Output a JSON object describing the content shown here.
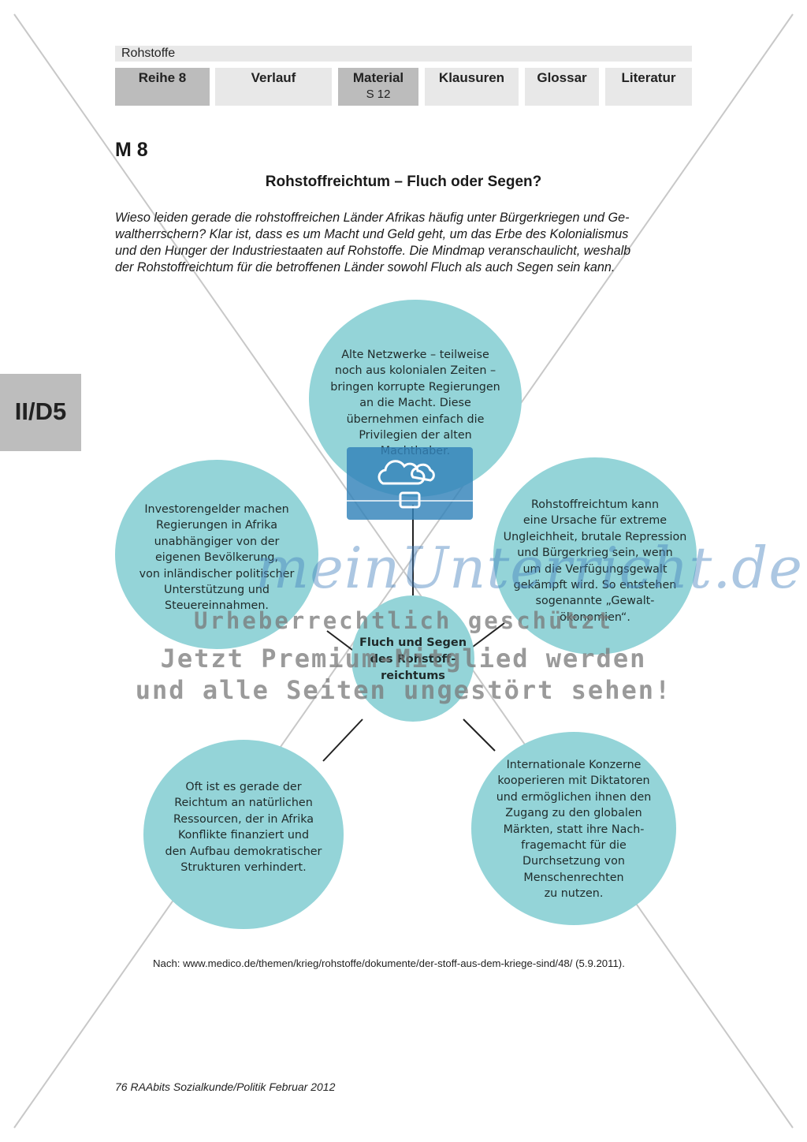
{
  "header": {
    "topic": "Rohstoffe",
    "nav": [
      {
        "label": "Reihe 8",
        "sub": ""
      },
      {
        "label": "Verlauf",
        "sub": ""
      },
      {
        "label": "Material",
        "sub": "S 12"
      },
      {
        "label": "Klausuren",
        "sub": ""
      },
      {
        "label": "Glossar",
        "sub": ""
      },
      {
        "label": "Literatur",
        "sub": ""
      }
    ]
  },
  "side_tab": "II/D5",
  "material_number": "M 8",
  "title": "Rohstoffreichtum – Fluch oder Segen?",
  "intro_lines": [
    "Wieso leiden gerade die rohstoffreichen Länder Afrikas häufig unter Bürgerkriegen und Ge-",
    "waltherrschern? Klar ist, dass es um Macht und Geld geht, um das Erbe des Kolonialismus",
    "und den Hunger der Industriestaaten auf Rohstoffe. Die Mindmap veranschaulicht, weshalb",
    "der Rohstoffreichtum für die betroffenen Länder sowohl Fluch als auch Segen sein kann."
  ],
  "mindmap": {
    "center": [
      "Fluch und Segen",
      "des Rohstoff-",
      "reichtums"
    ],
    "top": [
      "Alte Netzwerke – teilweise",
      "noch aus kolonialen Zeiten –",
      "bringen korrupte Regierungen",
      "an die Macht. Diese",
      "übernehmen einfach die",
      "Privilegien der alten",
      "Machthaber."
    ],
    "left": [
      "Investorengelder machen",
      "Regierungen in Afrika",
      "unabhängiger von der",
      "eigenen Bevölkerung,",
      "von inländischer politischer",
      "Unterstützung und",
      "Steuereinnahmen."
    ],
    "right": [
      "Rohstoffreichtum kann",
      "eine Ursache für extreme",
      "Ungleichheit, brutale Repression",
      "und Bürgerkrieg sein, wenn",
      "um die Verfügungsgewalt",
      "gekämpft wird. So entstehen",
      "sogenannte „Gewalt-",
      "ökonomien“."
    ],
    "bottom_left": [
      "Oft ist es gerade der",
      "Reichtum an natürlichen",
      "Ressourcen, der in Afrika",
      "Konflikte finanziert und",
      "den Aufbau demokratischer",
      "Strukturen verhindert."
    ],
    "bottom_right": [
      "Internationale Konzerne",
      "kooperieren mit Diktatoren",
      "und ermöglichen ihnen den",
      "Zugang zu den globalen",
      "Märkten, statt ihre Nach-",
      "fragemacht für die",
      "Durchsetzung von",
      "Menschenrechten",
      "zu nutzen."
    ]
  },
  "source": "Nach: www.medico.de/themen/krieg/rohstoffe/dokumente/der-stoff-aus-dem-kriege-sind/48/ (5.9.2011).",
  "footer": "76 RAAbits Sozialkunde/Politik Februar 2012",
  "watermark": {
    "logo": "meinUnterricht.de",
    "line1": "Urheberrechtlich geschützt",
    "line2": "Jetzt Premium-Mitglied werden",
    "line3": "und alle Seiten ungestört sehen!"
  },
  "colors": {
    "bubble": "#94d4d8",
    "briefcase": "#3d8fbf",
    "nav": "#e8e8e8",
    "nav_active": "#bcbcbc"
  },
  "icons": [
    "briefcase-cloud-icon"
  ]
}
